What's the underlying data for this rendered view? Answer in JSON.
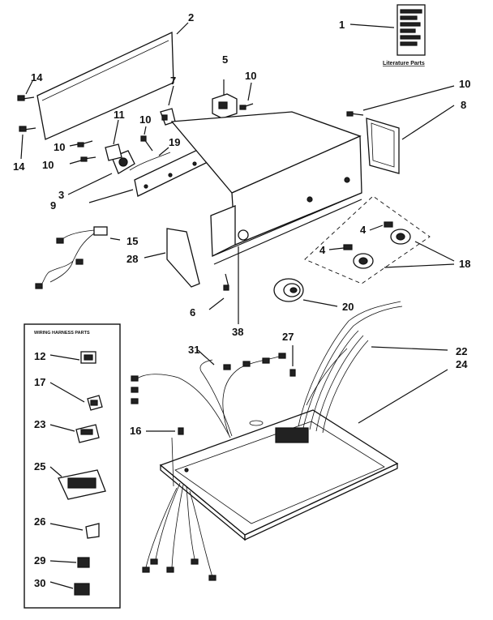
{
  "diagram": {
    "literature_label": "Literature Parts",
    "wiring_box_title": "WIRING HARNESS PARTS",
    "callouts": {
      "c1": "1",
      "c2": "2",
      "c3": "3",
      "c4a": "4",
      "c4b": "4",
      "c5": "5",
      "c6": "6",
      "c7": "7",
      "c8": "8",
      "c9": "9",
      "c10a": "10",
      "c10b": "10",
      "c10c": "10",
      "c10d": "10",
      "c10e": "10",
      "c11": "11",
      "c12": "12",
      "c14a": "14",
      "c14b": "14",
      "c15": "15",
      "c16": "16",
      "c17": "17",
      "c18": "18",
      "c19": "19",
      "c20": "20",
      "c22": "22",
      "c23": "23",
      "c24": "24",
      "c25": "25",
      "c26": "26",
      "c27": "27",
      "c28": "28",
      "c29": "29",
      "c30": "30",
      "c31": "31",
      "c38": "38"
    }
  }
}
